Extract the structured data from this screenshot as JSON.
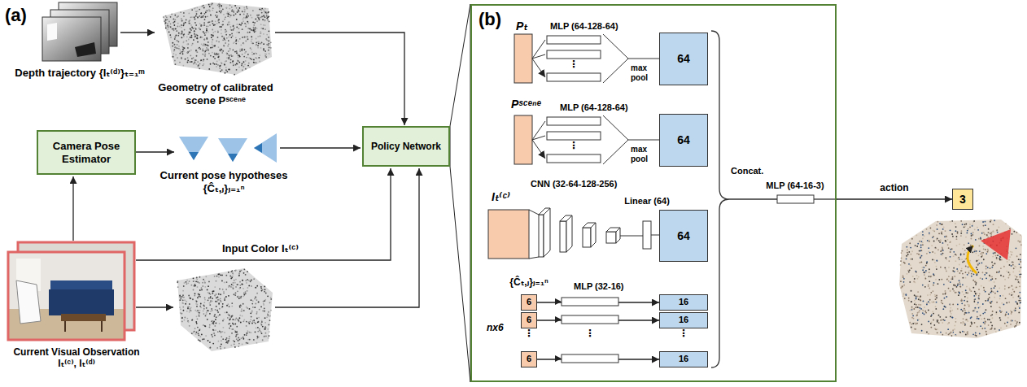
{
  "diagram": {
    "nodes": [
      {
        "text": [
          "Camera Pose Estimator"
        ]
      },
      {
        "text": [
          "Policy Network"
        ]
      },
      {
        "text": [
          "(b)"
        ]
      },
      {
        "text": [
          "64"
        ],
        "in": 2
      },
      {
        "text": [
          "64"
        ],
        "in": 2
      },
      {
        "text": [
          "64"
        ],
        "in": 2
      },
      {
        "text": [
          "6"
        ],
        "in": 2
      },
      {
        "text": [
          "6"
        ],
        "in": 2
      },
      {
        "text": [
          "6"
        ],
        "in": 2
      },
      {
        "text": [
          "16"
        ],
        "in": 2
      },
      {
        "text": [
          "16"
        ],
        "in": 2
      },
      {
        "text": [
          "16"
        ],
        "in": 2
      },
      {
        "text": [
          "3"
        ]
      }
    ],
    "edges": [
      {
        "from": 1,
        "to": 2,
        "arrow": "none"
      },
      {
        "from": 6,
        "to": 9,
        "arrow": "to"
      },
      {
        "from": 7,
        "to": 10,
        "arrow": "to"
      },
      {
        "from": 8,
        "to": 11,
        "arrow": "to"
      },
      {
        "from": 2,
        "to": 12,
        "arrow": "to",
        "label": "action"
      }
    ],
    "labels": [
      "(a)",
      "Depth trajectory {Iₜ⁽ᵈ⁾}ₜ₌₁ᵐ",
      "Geometry of calibrated scene Pˢᶜᵉⁿᵉ",
      "Current pose hypotheses {Ĉₜ,ⱼ}ⱼ₌₁ⁿ",
      "Input Color Iₜ⁽ᶜ⁾",
      "Current Visual Observation Iₜ⁽ᶜ⁾, Iₜ⁽ᵈ⁾",
      "Pₜ",
      "MLP (64-128-64)",
      "max pool",
      "Pˢᶜᵉⁿᵉ",
      "MLP (64-128-64)",
      "max pool",
      "Iₜ⁽ᶜ⁾",
      "CNN (32-64-128-256)",
      "Linear (64)",
      "{Ĉₜ,ⱼ}ⱼ₌₁ⁿ",
      "MLP (32-16)",
      "nx6",
      "Concat.",
      "MLP (64-16-3)",
      "⋮",
      "⋮",
      "⋮",
      "⋮",
      "⋮"
    ]
  }
}
